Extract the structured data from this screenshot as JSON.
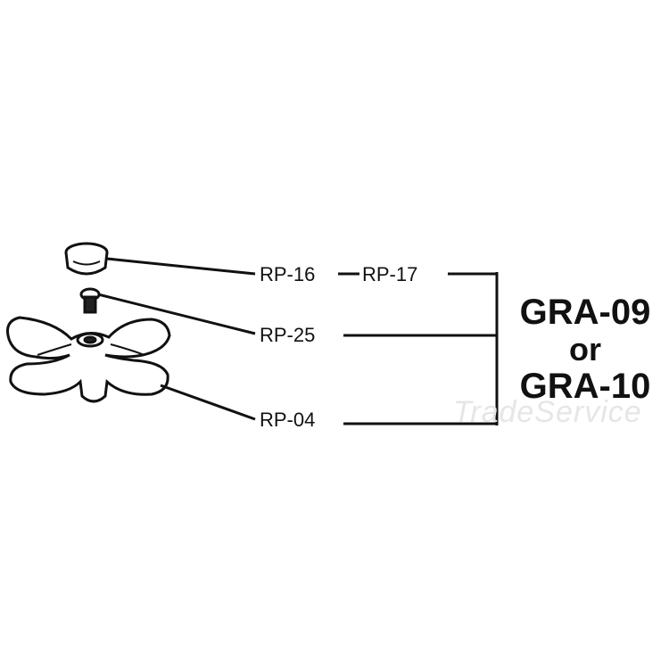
{
  "parts": {
    "cap": "RP-16",
    "cap_alt": "RP-17",
    "screw": "RP-25",
    "handle": "RP-04"
  },
  "kit": {
    "line1": "GRA-09",
    "line2": "or",
    "line3": "GRA-10"
  },
  "watermark": "TradeService"
}
